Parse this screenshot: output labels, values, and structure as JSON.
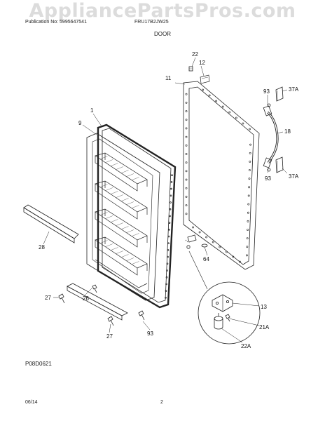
{
  "watermark": "AppliancePartsPros.com",
  "header": {
    "publication": "Publication No: 5995647541",
    "model": "FRU17B2JW25",
    "section": "DOOR"
  },
  "callouts": [
    "22",
    "12",
    "11",
    "93",
    "37A",
    "18",
    "93",
    "37A",
    "1",
    "9",
    "28",
    "64",
    "13",
    "21A",
    "22A",
    "27",
    "26",
    "27",
    "93"
  ],
  "footer": {
    "code": "P08D0621",
    "date": "06/14",
    "page": "2"
  }
}
